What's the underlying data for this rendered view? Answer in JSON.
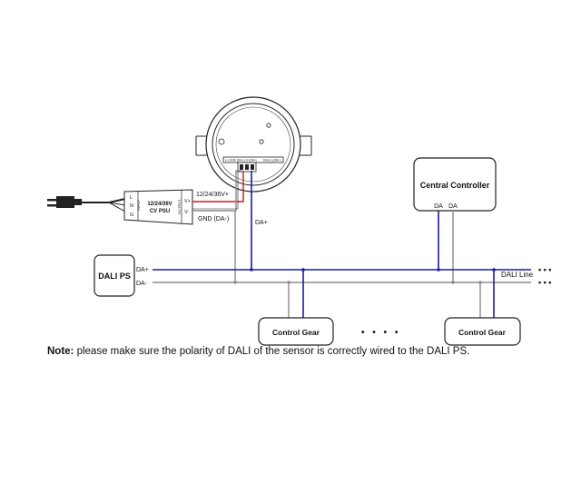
{
  "sensor": {
    "terminal_labels": "(+) GND (DA-) (+) (DA+)",
    "terminal_labels_2": "Dim(+)  (Dim-)"
  },
  "psu": {
    "title_line1": "12/24/36V",
    "title_line2": "CV PSU",
    "input_label": "INPUT",
    "output_label": "OUTPUT",
    "pin_l": "L",
    "pin_n": "N",
    "pin_g": "G",
    "pin_vplus": "V+",
    "pin_vminus": "V-"
  },
  "labels": {
    "supply_voltage": "12/24/36V+",
    "ground": "GND (DA-)",
    "da_plus": "DA+"
  },
  "central_controller": {
    "title": "Central Controller",
    "pin1": "DA",
    "pin2": "DA"
  },
  "dali_ps": {
    "title": "DALI PS",
    "pin_plus": "DA+",
    "pin_minus": "DA-"
  },
  "dali_line": {
    "label": "DALI Line",
    "continuation": "• • •"
  },
  "control_gear": [
    {
      "label": "Control Gear"
    },
    {
      "label": "Control Gear"
    }
  ],
  "ellipsis": "• • • •",
  "note": {
    "prefix": "Note:",
    "text": " please make sure the polarity of DALI of the sensor is correctly wired to the DALI PS."
  },
  "colors": {
    "da_plus_wire": "#1a1aa8",
    "da_minus_wire": "#8c8c8c",
    "positive_wire": "#d4141c",
    "line": "#222222"
  }
}
